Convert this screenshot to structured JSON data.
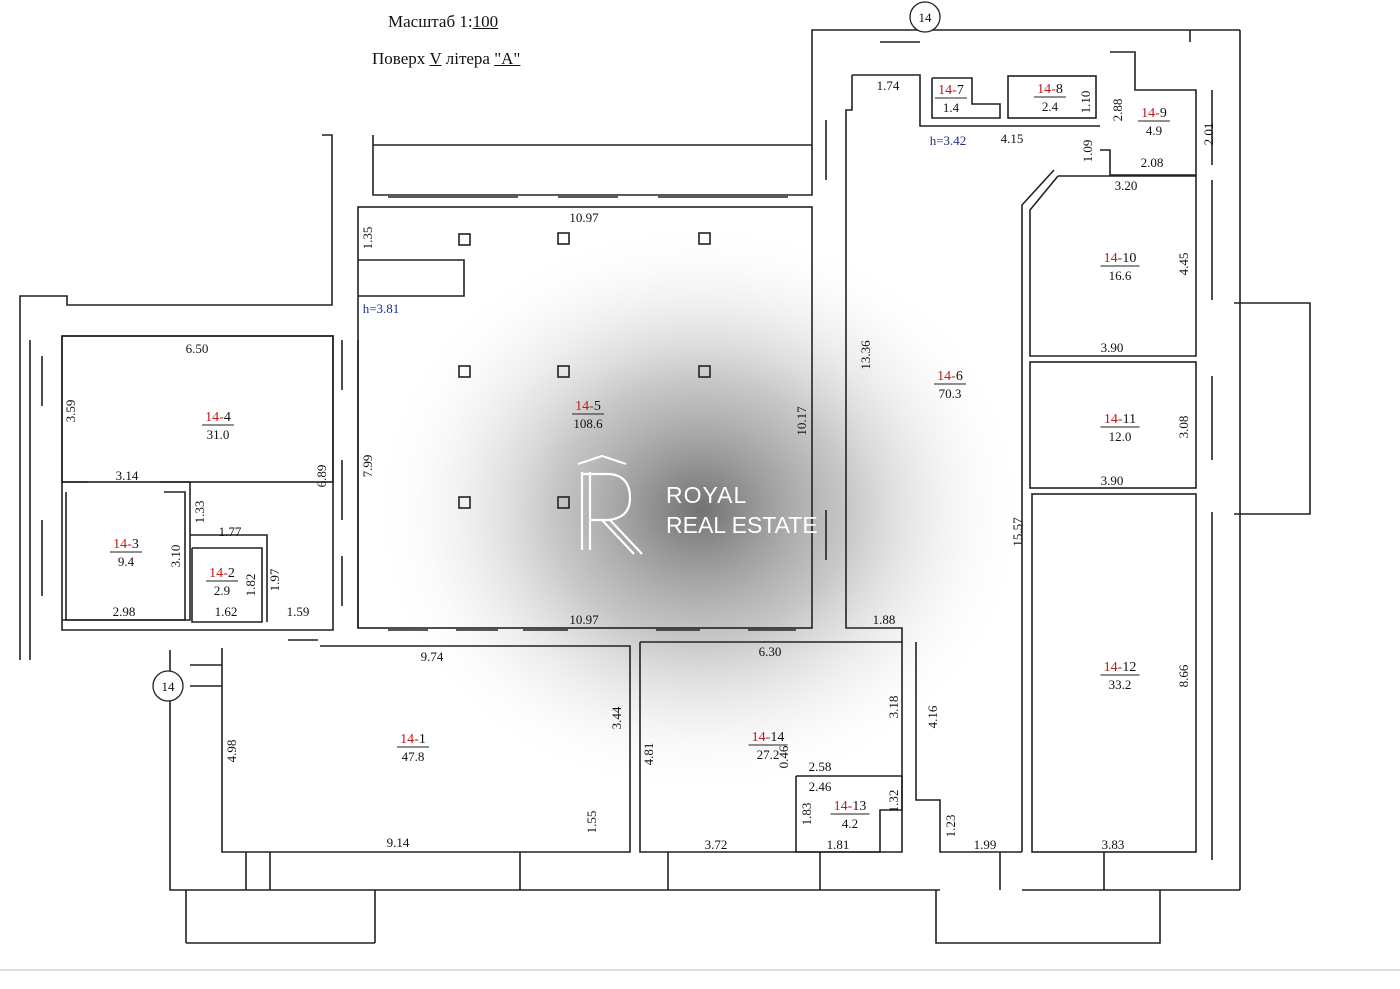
{
  "header": {
    "scale_label": "Масштаб 1:",
    "scale_value": "100",
    "floor_label": "Поверх ",
    "floor_value": "V",
    "letter_label": " літера ",
    "letter_value": "\"А\""
  },
  "axis_markers": [
    "14",
    "14"
  ],
  "rooms": [
    {
      "prefix": "14-",
      "num": "1",
      "area": "47.8"
    },
    {
      "prefix": "14-",
      "num": "2",
      "area": "2.9"
    },
    {
      "prefix": "14-",
      "num": "3",
      "area": "9.4"
    },
    {
      "prefix": "14-",
      "num": "4",
      "area": "31.0"
    },
    {
      "prefix": "14-",
      "num": "5",
      "area": "108.6"
    },
    {
      "prefix": "14-",
      "num": "6",
      "area": "70.3"
    },
    {
      "prefix": "14-",
      "num": "7",
      "area": "1.4"
    },
    {
      "prefix": "14-",
      "num": "8",
      "area": "2.4"
    },
    {
      "prefix": "14-",
      "num": "9",
      "area": "4.9"
    },
    {
      "prefix": "14-",
      "num": "10",
      "area": "16.6"
    },
    {
      "prefix": "14-",
      "num": "11",
      "area": "12.0"
    },
    {
      "prefix": "14-",
      "num": "12",
      "area": "33.2"
    },
    {
      "prefix": "14-",
      "num": "13",
      "area": "4.2"
    },
    {
      "prefix": "14-",
      "num": "14",
      "area": "27.2"
    }
  ],
  "heights": [
    "h=3.81",
    "h=3.42"
  ],
  "dimensions": [
    "1.74",
    "1.10",
    "2.88",
    "2.01",
    "4.15",
    "1.09",
    "2.08",
    "3.20",
    "10.97",
    "1.35",
    "4.45",
    "3.90",
    "13.36",
    "6.50",
    "3.59",
    "10.17",
    "3.08",
    "3.90",
    "7.99",
    "6.89",
    "3.14",
    "1.33",
    "1.77",
    "15.57",
    "3.10",
    "1.82",
    "1.97",
    "2.98",
    "1.62",
    "1.59",
    "10.97",
    "1.88",
    "9.74",
    "6.30",
    "8.66",
    "3.18",
    "4.16",
    "4.98",
    "3.44",
    "4.81",
    "0.46",
    "2.58",
    "2.46",
    "1.32",
    "1.55",
    "1.83",
    "1.23",
    "9.14",
    "3.72",
    "1.81",
    "1.99",
    "3.83"
  ],
  "watermark": {
    "line1": "ROYAL",
    "line2": "REAL ESTATE"
  },
  "colors": {
    "room_number": "#c01818",
    "height_note": "#1a2e8c",
    "line": "#222222"
  }
}
